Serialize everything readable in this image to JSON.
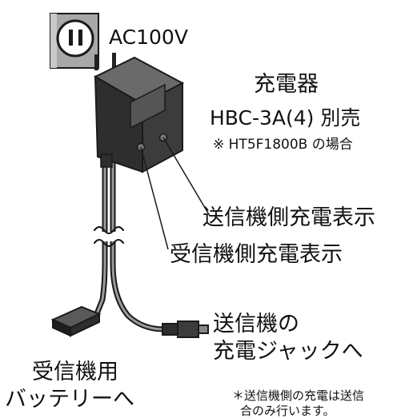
{
  "labels": {
    "power": "AC100V",
    "charger_title": "充電器",
    "charger_model": "HBC-3A(4) 別売",
    "charger_note": "※ HT5F1800B の場合",
    "tx_indicator": "送信機側充電表示",
    "rx_indicator": "受信機側充電表示",
    "tx_jack_line1": "送信機の",
    "tx_jack_line2": "充電ジャックへ",
    "rx_battery_line1": "受信機用",
    "rx_battery_line2": "バッテリーへ",
    "footnote_line1": "＊送信機側の充電は送信",
    "footnote_line2": "合のみ行います。"
  },
  "icons": {
    "outlet": "wall-outlet-icon",
    "charger": "ac-adapter-charger-icon",
    "break": "wire-break-symbol"
  },
  "colors": {
    "outline": "#1a1a1a",
    "charger_body": "#3c3c3c",
    "charger_face": "#505050",
    "outlet_plate": "#a8a8a8",
    "cable_light": "#9a9a9a"
  }
}
